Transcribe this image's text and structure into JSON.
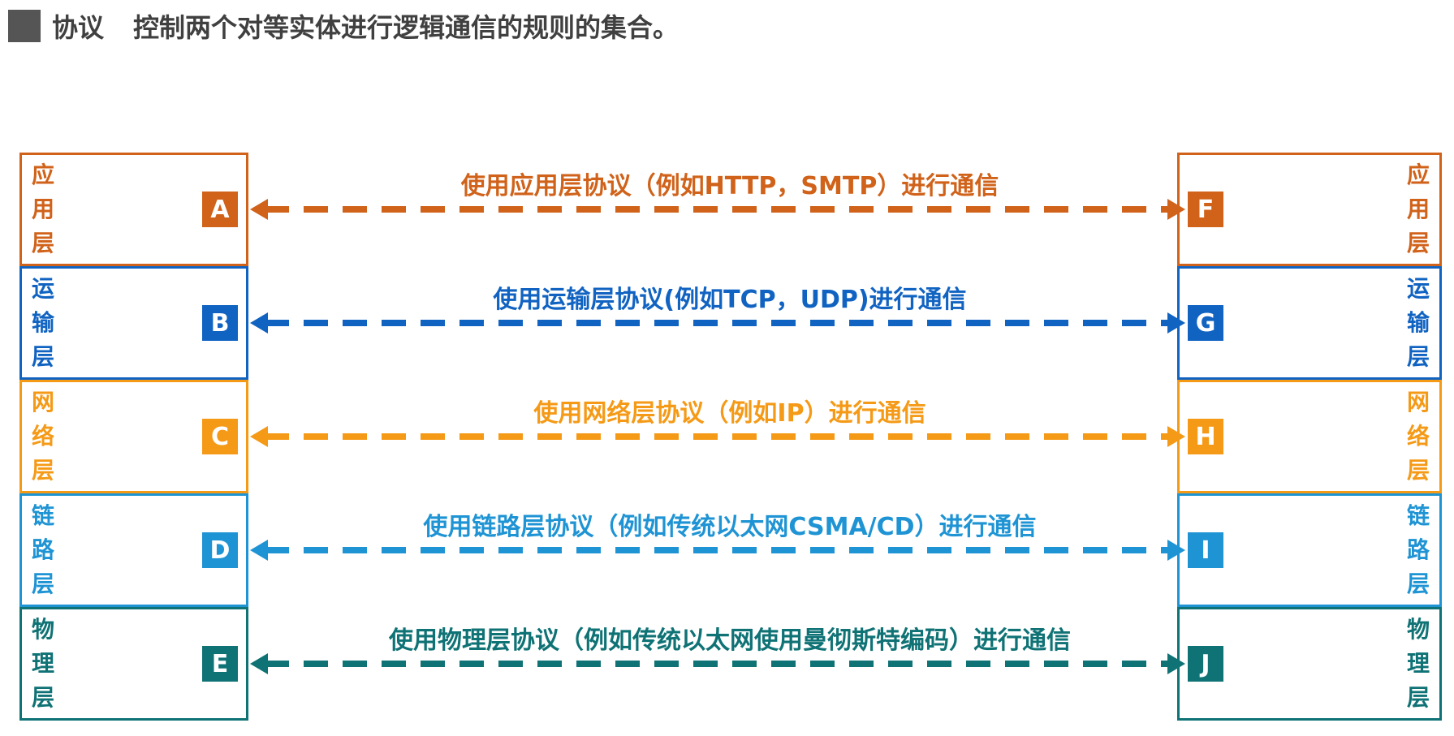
{
  "header": {
    "term": "协议",
    "definition": "控制两个对等实体进行逻辑通信的规则的集合。"
  },
  "layers": [
    {
      "name": [
        "应",
        "用",
        "层"
      ],
      "left_entity": "A",
      "right_entity": "F",
      "protocol_text": "使用应用层协议（例如HTTP，SMTP）进行通信",
      "color": "#d0621a"
    },
    {
      "name": [
        "运",
        "输",
        "层"
      ],
      "left_entity": "B",
      "right_entity": "G",
      "protocol_text": "使用运输层协议(例如TCP，UDP)进行通信",
      "color": "#1163c2"
    },
    {
      "name": [
        "网",
        "络",
        "层"
      ],
      "left_entity": "C",
      "right_entity": "H",
      "protocol_text": "使用网络层协议（例如IP）进行通信",
      "color": "#f59a17"
    },
    {
      "name": [
        "链",
        "路",
        "层"
      ],
      "left_entity": "D",
      "right_entity": "I",
      "protocol_text": "使用链路层协议（例如传统以太网CSMA/CD）进行通信",
      "color": "#1f94d4"
    },
    {
      "name": [
        "物",
        "理",
        "层"
      ],
      "left_entity": "E",
      "right_entity": "J",
      "protocol_text": "使用物理层协议（例如传统以太网使用曼彻斯特编码）进行通信",
      "color": "#0f7275"
    }
  ]
}
